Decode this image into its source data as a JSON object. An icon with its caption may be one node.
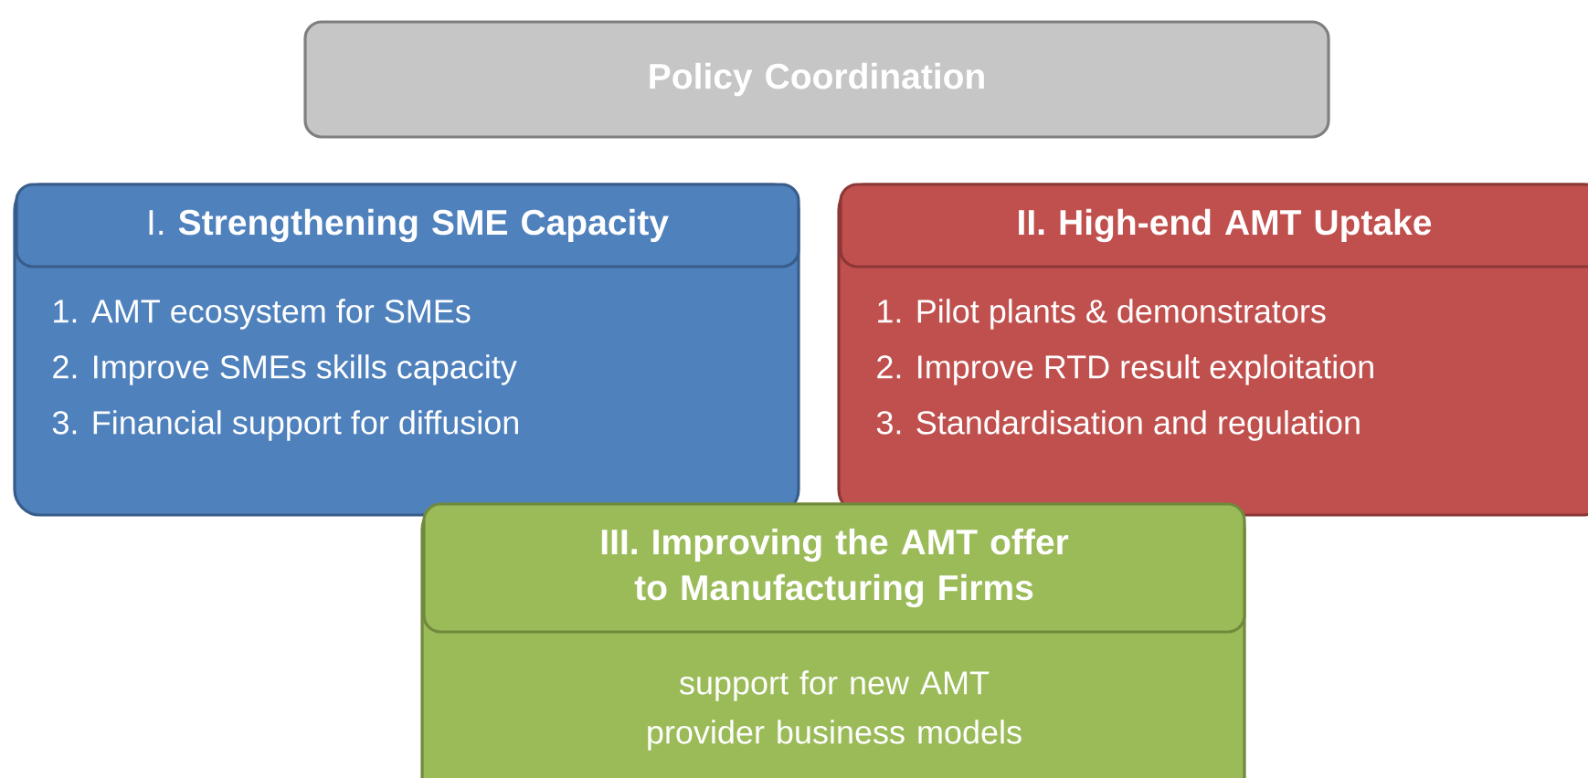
{
  "diagram": {
    "nodes": [
      {
        "text": [
          "Policy Coordination"
        ]
      },
      {
        "text": [
          "I. **Strengthening SME Capacity**",
          "1. AMT ecosystem for SMEs",
          "2. Improve SMEs skills capacity",
          "3. Financial support for diffusion"
        ]
      },
      {
        "text": [
          "II. High-end AMT Uptake",
          "1. Pilot plants & demonstrators",
          "2. Improve RTD result exploitation",
          "3. Standardisation and regulation"
        ]
      },
      {
        "text": [
          "III. Improving the AMT offer to Manufacturing Firms",
          "support for new AMT provider business models"
        ]
      }
    ]
  }
}
